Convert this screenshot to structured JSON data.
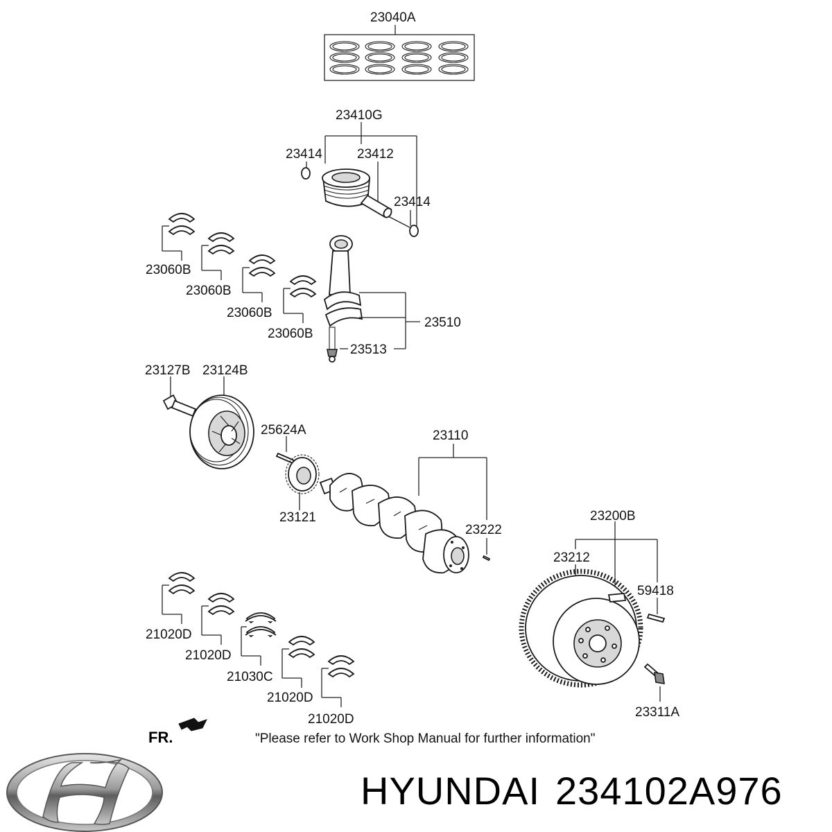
{
  "labels": {
    "ring_set": "23040A",
    "piston_assy": "23410G",
    "snap_ring_left": "23414",
    "piston_pin": "23412",
    "snap_ring_right": "23414",
    "conrod_bearing_1": "23060B",
    "conrod_bearing_2": "23060B",
    "conrod_bearing_3": "23060B",
    "conrod_bearing_4": "23060B",
    "conrod_assy": "23510",
    "conrod_bolt": "23513",
    "pulley_bolt": "23127B",
    "damper_pulley": "23124B",
    "key": "25624A",
    "crank_sprocket": "23121",
    "crankshaft": "23110",
    "crank_pin": "23222",
    "flywheel_assy": "23200B",
    "ring_gear": "23212",
    "flywheel_pin": "59418",
    "flywheel_bolt": "23311A",
    "main_bearing_1": "21020D",
    "main_bearing_2": "21020D",
    "thrust_bearing": "21030C",
    "main_bearing_4": "21020D",
    "main_bearing_5": "21020D"
  },
  "front_indicator": "FR.",
  "note": "\"Please refer to Work Shop Manual for further information\"",
  "brand": {
    "name": "HYUNDAI",
    "part_number": "234102A976"
  }
}
